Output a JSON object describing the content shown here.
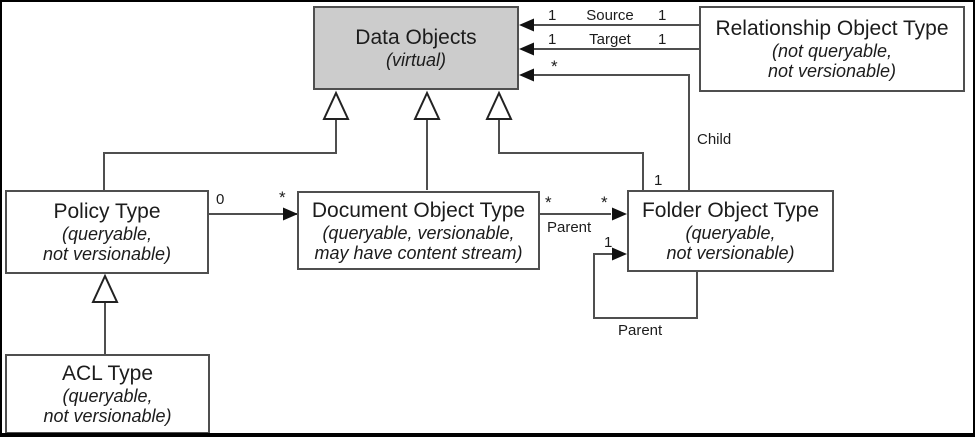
{
  "diagram": {
    "nodes": {
      "data_objects": {
        "title": "Data Objects",
        "subtitle1": "(virtual)",
        "subtitle2": ""
      },
      "relationship": {
        "title": "Relationship Object Type",
        "subtitle1": "(not queryable,",
        "subtitle2": "not versionable)"
      },
      "policy": {
        "title": "Policy Type",
        "subtitle1": "(queryable,",
        "subtitle2": "not versionable)"
      },
      "document": {
        "title": "Document Object Type",
        "subtitle1": "(queryable, versionable,",
        "subtitle2": "may have content stream)"
      },
      "folder": {
        "title": "Folder Object Type",
        "subtitle1": "(queryable,",
        "subtitle2": "not versionable)"
      },
      "acl": {
        "title": "ACL Type",
        "subtitle1": "(queryable,",
        "subtitle2": "not versionable)"
      }
    },
    "edge_labels": {
      "source_mult_left": "1",
      "source_role": "Source",
      "source_mult_right": "1",
      "target_mult_left": "1",
      "target_role": "Target",
      "target_mult_right": "1",
      "child_mult_data_objects": "*",
      "child_role": "Child",
      "child_mult_folder": "1",
      "policy_document_mult_policy": "0",
      "policy_document_mult_document": "*",
      "parent_mult_document": "*",
      "parent_mult_folder": "*",
      "parent_role": "Parent",
      "selfloop_mult": "1",
      "selfloop_role": "Parent"
    },
    "colors": {
      "virtual_fill": "#cccccc",
      "node_fill": "#ffffff",
      "box_border": "#4f4f4f",
      "line": "#4f4f4f",
      "arrowhead": "#111111",
      "canvas_border": "#000000",
      "text": "#1c1c1c"
    }
  }
}
